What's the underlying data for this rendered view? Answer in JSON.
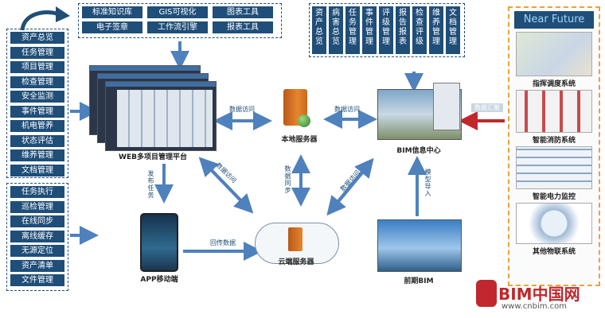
{
  "left_top_menu": [
    "资产总览",
    "任务管理",
    "项目管理",
    "检查管理",
    "安全监测",
    "事件管理",
    "机电管养",
    "状态评估",
    "维养管理",
    "文档管理"
  ],
  "left_bottom_menu": [
    "任务执行",
    "巡检管理",
    "在线同步",
    "离线缓存",
    "无源定位",
    "资产清单",
    "文件管理"
  ],
  "top_tools": [
    "标准知识库",
    "GIS可视化",
    "图表工具",
    "电子签章",
    "工作流引擎",
    "报表工具"
  ],
  "right_modules": [
    "资产总览",
    "病害总览",
    "任务管理",
    "事件管理",
    "评级管理",
    "报告报表",
    "检查评级",
    "维养管理",
    "文档管理"
  ],
  "near_future": {
    "title": "Near Future",
    "systems": [
      "指挥调度系统",
      "智能消防系统",
      "智能电力监控",
      "其他物联系统"
    ]
  },
  "nodes": {
    "web": "WEB多项目管理平台",
    "local_server": "本地服务器",
    "bim_center": "BIM信息中心",
    "app": "APP移动端",
    "cloud": "云端服务器",
    "early_bim": "前期BIM"
  },
  "link_labels": {
    "data_access": "数据访问",
    "publish_task": "发布任务",
    "backhaul": "回传数据",
    "data_sync": "数据同步",
    "model_import": "模型导入",
    "data_summary": "数据汇聚"
  },
  "watermark": {
    "brand": "BIM中国网",
    "url": "www.cnbim.com"
  },
  "colors": {
    "navy": "#1f4e79",
    "accent_red": "#c0282d",
    "arrow_blue": "#4f81bd",
    "orange_border": "#e8a33d"
  }
}
